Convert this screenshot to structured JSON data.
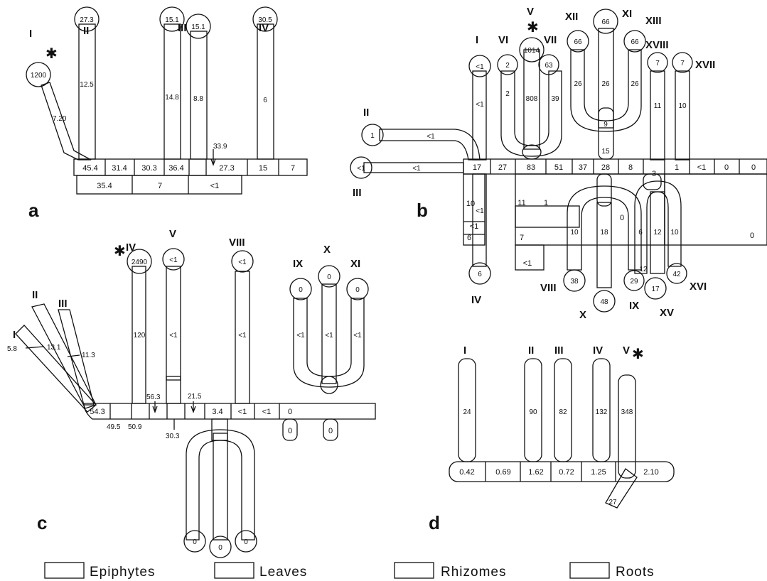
{
  "legend": [
    {
      "key": "epiphytes",
      "label": "Epiphytes",
      "pattern": "plain"
    },
    {
      "key": "leaves",
      "label": "Leaves",
      "pattern": "vertical-stripes"
    },
    {
      "key": "rhizomes",
      "label": "Rhizomes",
      "pattern": "fine-dots"
    },
    {
      "key": "roots",
      "label": "Roots",
      "pattern": "coarse-dots"
    }
  ],
  "panels": {
    "a": {
      "label": "a",
      "star": "✱",
      "shoots": [
        {
          "numeral": "I",
          "epiphyte": "1200",
          "leaf": "7.20"
        },
        {
          "numeral": "II",
          "epiphyte": "27.3",
          "leaf": "12.5"
        },
        {
          "numeral": "III",
          "epiphyte": "15.1",
          "leaf": "14.8"
        },
        {
          "numeral": "",
          "epiphyte": "15.1",
          "leaf": "8.8"
        },
        {
          "numeral": "IV",
          "epiphyte": "30.5",
          "leaf": "6"
        }
      ],
      "rhizome": [
        "45.4",
        "31.4",
        "30.3",
        "36.4",
        "",
        "27.3",
        "15",
        "7"
      ],
      "roots": [
        "35.4",
        "7",
        "<1"
      ],
      "annotation": "33.9"
    },
    "b": {
      "label": "b",
      "star": "✱",
      "numerals": [
        "I",
        "II",
        "III",
        "IV",
        "V",
        "VI",
        "VII",
        "VIII",
        "IX",
        "X",
        "XI",
        "XII",
        "XIII",
        "XV",
        "XVI",
        "XVII",
        "XVIII"
      ],
      "epiphytes": [
        "<1",
        "1",
        "<1",
        "2",
        "1014",
        "63",
        "66",
        "66",
        "66",
        "7",
        "7",
        "6",
        "38",
        "48",
        "29",
        "17",
        "42"
      ],
      "leaves": [
        "<1",
        "<1",
        "<1",
        "2",
        "808",
        "39",
        "26",
        "26",
        "26",
        "11",
        "10",
        "9",
        "15",
        "10",
        "18",
        "6",
        "12",
        "10",
        "12",
        "<1"
      ],
      "rhizome": [
        "17",
        "27",
        "83",
        "51",
        "37",
        "28",
        "8",
        "3",
        "1",
        "<1",
        "0",
        "0"
      ],
      "roots": [
        "10",
        "<1",
        "6",
        "11",
        "1",
        "7",
        "<1",
        "0",
        "0"
      ]
    },
    "c": {
      "label": "c",
      "star": "✱",
      "numerals": [
        "I",
        "II",
        "III",
        "IV",
        "V",
        "VIII",
        "IX",
        "X",
        "XI"
      ],
      "epiphytes": [
        "2490",
        "<1",
        "<1",
        "0",
        "0",
        "0",
        "0",
        "0",
        "0"
      ],
      "leaves": [
        "120",
        "<1",
        "<1",
        "<1",
        "<1",
        "<1"
      ],
      "annotations": [
        "5.8",
        "13.1",
        "11.3",
        "56.3",
        "21.5",
        "49.5",
        "50.9",
        "30.3"
      ],
      "rhizome": [
        "54.3",
        "",
        "",
        "",
        "3.4",
        "<1",
        "<1",
        "0"
      ],
      "roots": [
        "0",
        "0"
      ]
    },
    "d": {
      "label": "d",
      "star": "✱",
      "numerals": [
        "I",
        "II",
        "III",
        "IV",
        "V"
      ],
      "leaves": [
        "24",
        "90",
        "82",
        "132",
        "348"
      ],
      "rhizome": [
        "0.42",
        "0.69",
        "1.62",
        "0.72",
        "1.25",
        "2.10"
      ],
      "lower": "27"
    }
  }
}
